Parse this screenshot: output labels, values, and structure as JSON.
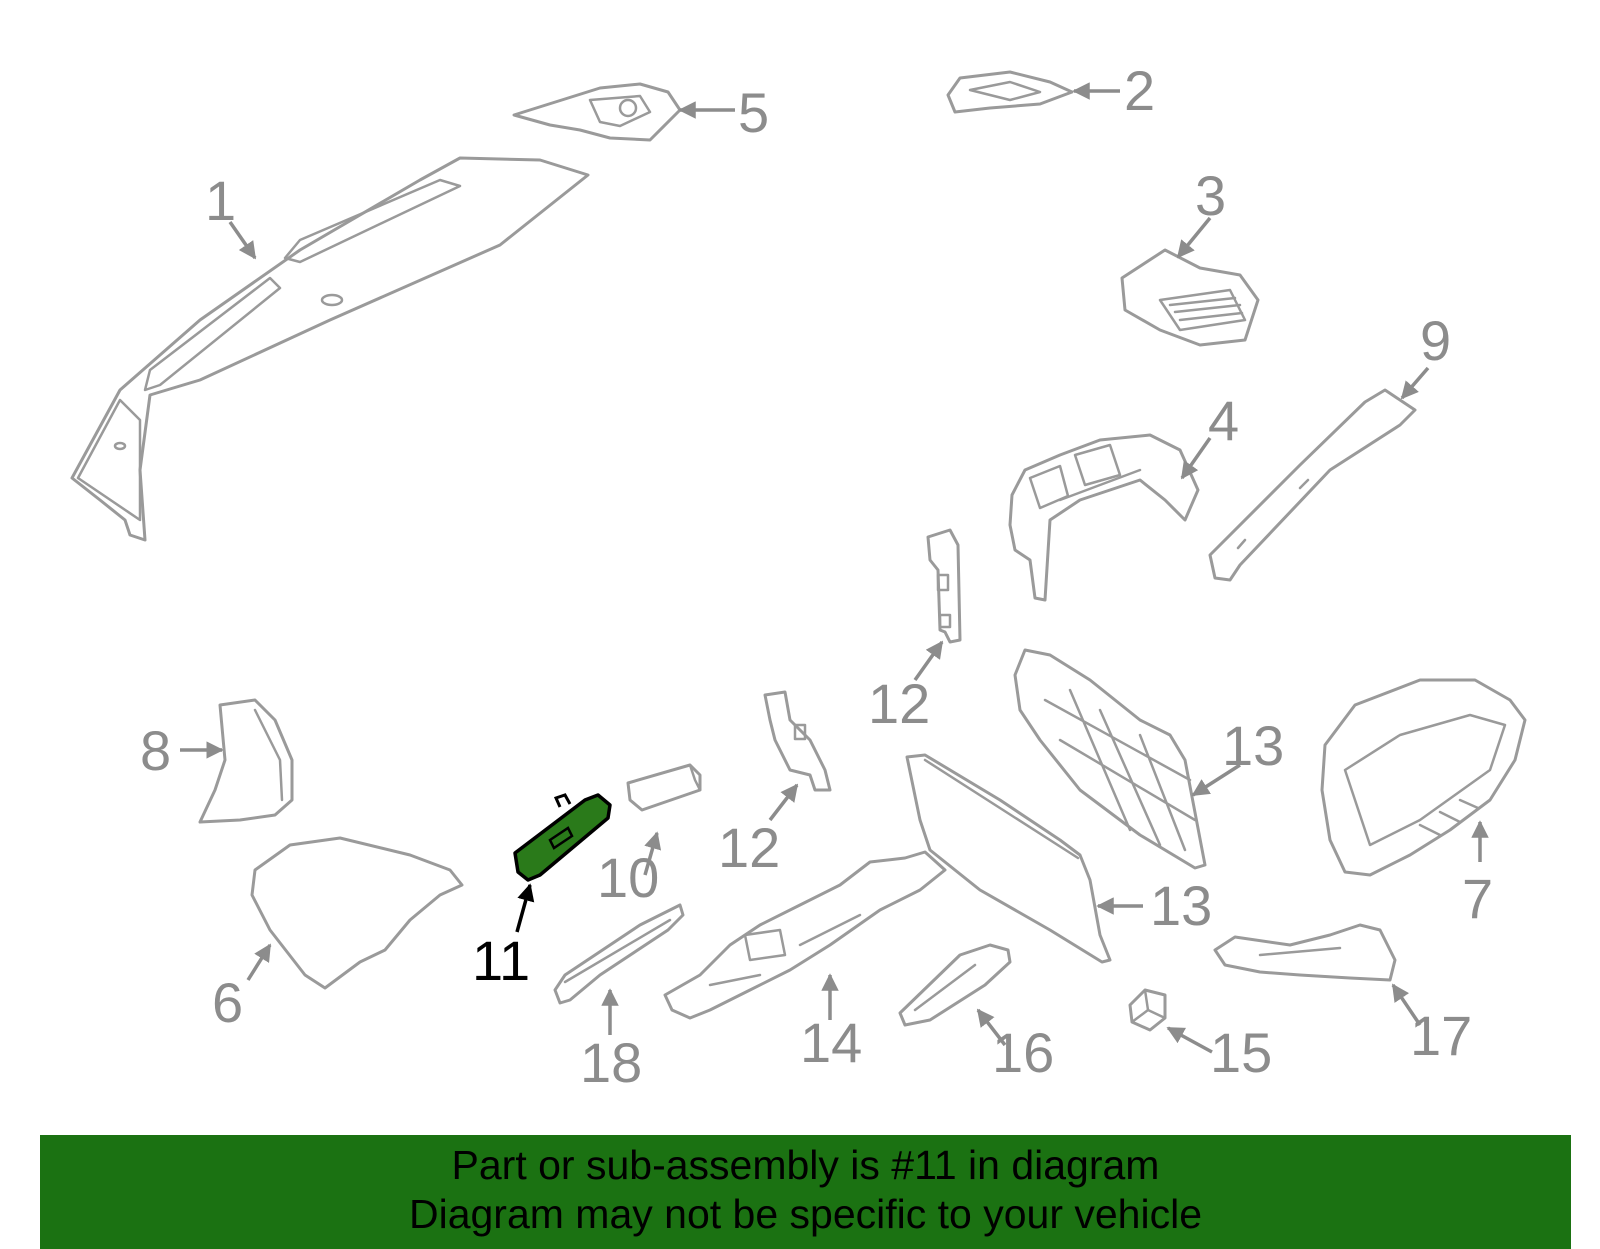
{
  "highlight_color": "#1b7212",
  "highlighted_callout": "11",
  "callouts": {
    "c1": "1",
    "c2": "2",
    "c3": "3",
    "c4": "4",
    "c5": "5",
    "c6": "6",
    "c7": "7",
    "c8": "8",
    "c9": "9",
    "c10": "10",
    "c11": "11",
    "c12a": "12",
    "c12b": "12",
    "c13a": "13",
    "c13b": "13",
    "c14": "14",
    "c15": "15",
    "c16": "16",
    "c17": "17",
    "c18": "18"
  },
  "banner": {
    "line1": "Part or sub-assembly is #11 in diagram",
    "line2": "Diagram may not be specific to your vehicle"
  }
}
